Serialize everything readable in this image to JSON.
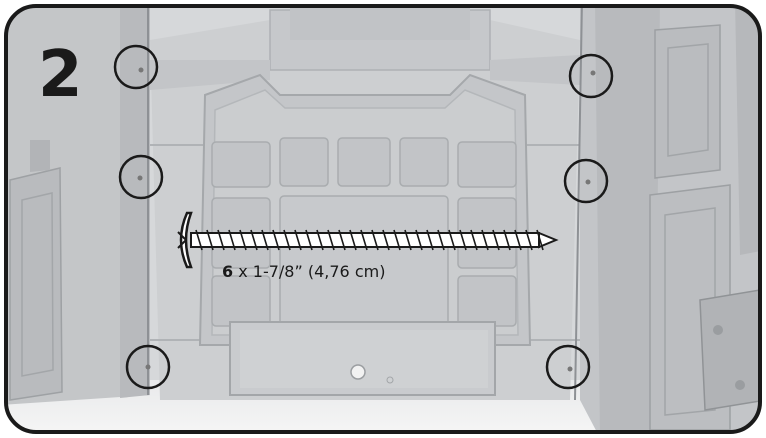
{
  "step": {
    "number": "2"
  },
  "hardware": {
    "quantity": "6",
    "size_text": " x 1-7/8” (4,76 cm)",
    "icon": "screw-icon"
  },
  "markers": {
    "count": 6,
    "icon": "screw-hole-circle"
  },
  "colors": {
    "panel": "#c9cbcd",
    "panel_dark": "#a7aaad",
    "outline": "#1a1a1a",
    "background": "#ffffff"
  }
}
